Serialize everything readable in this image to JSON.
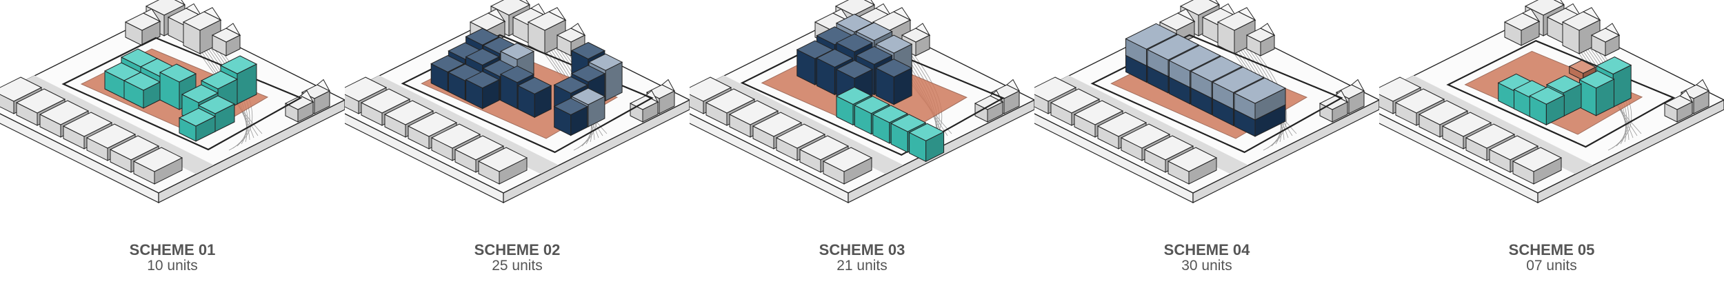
{
  "schemes": [
    {
      "title": "SCHEME 01",
      "units": "10 units"
    },
    {
      "title": "SCHEME 02",
      "units": "25 units"
    },
    {
      "title": "SCHEME 03",
      "units": "21 units"
    },
    {
      "title": "SCHEME 04",
      "units": "30 units"
    },
    {
      "title": "SCHEME 05",
      "units": "07 units"
    }
  ],
  "colors": {
    "teal": "#3ec9bb",
    "navy": "#1d3d63",
    "grey_blue": "#8ea2b8",
    "site_terracotta": "#cf7b5e",
    "context_grey": "#e6e6e6",
    "outline": "#222222"
  }
}
